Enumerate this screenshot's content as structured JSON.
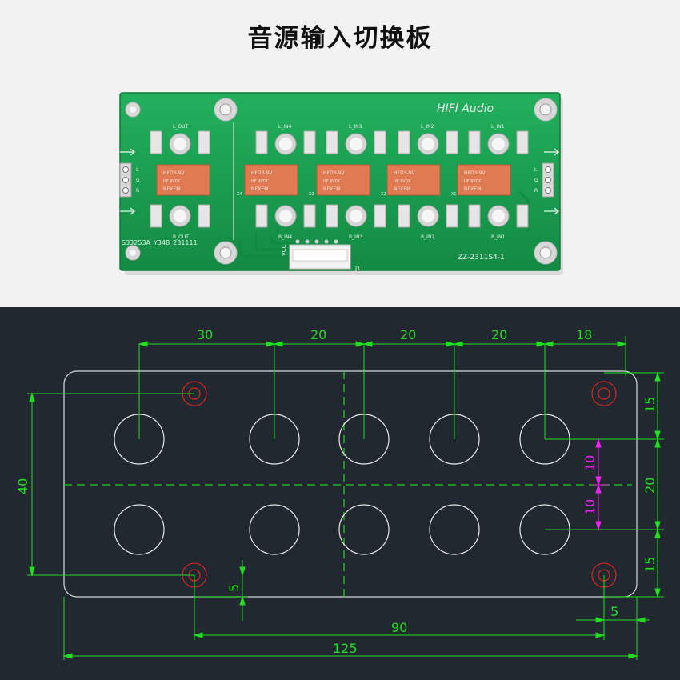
{
  "title": "音源输入切换板",
  "pcb": {
    "brand": "HIFI Audio",
    "model": "ZZ-2311S4-1",
    "date_code": "S33253A_Y348_231111",
    "vcc_label": "VCC",
    "j1_label": "J1",
    "jack_labels_top": [
      "L_OUT",
      "L_IN4",
      "L_IN3",
      "L_IN2",
      "L_IN1"
    ],
    "jack_labels_bottom": [
      "R_OUT",
      "R_IN4",
      "R_IN3",
      "R_IN2",
      "R_IN1"
    ],
    "terminal_labels": [
      "L",
      "G",
      "R"
    ],
    "relay_labels": [
      "X4",
      "X3",
      "X2",
      "X1"
    ],
    "relays": [
      {
        "line1": "HFD3-9V",
        "line2": "HF 9VDC",
        "line3": "NEXEM"
      },
      {
        "line1": "HFD3-9V",
        "line2": "HF 9VDC",
        "line3": "NEXEM"
      },
      {
        "line1": "HFD3-9V",
        "line2": "HF 9VDC",
        "line3": "NEXEM"
      },
      {
        "line1": "HFD3-9V",
        "line2": "HF 9VDC",
        "line3": "NEXEM"
      },
      {
        "line1": "HFD3-9V",
        "line2": "HF 9VDC",
        "line3": "NEXEM"
      }
    ]
  },
  "drawing": {
    "dim_top": [
      "30",
      "20",
      "20",
      "20",
      "18"
    ],
    "dim_right": [
      "15",
      "20",
      "15"
    ],
    "dim_magenta": [
      "10",
      "10"
    ],
    "dim_left": "40",
    "dim_small_left": "5",
    "dim_small_right": "5",
    "dim_90": "90",
    "dim_125": "125"
  },
  "colors": {
    "pcb_green": "#1aa053",
    "relay_orange": "#e07a52",
    "cad_background": "#212830",
    "dimension_green": "#22dd22",
    "dimension_magenta": "#ee22ee",
    "hole_red": "#ee2222"
  }
}
